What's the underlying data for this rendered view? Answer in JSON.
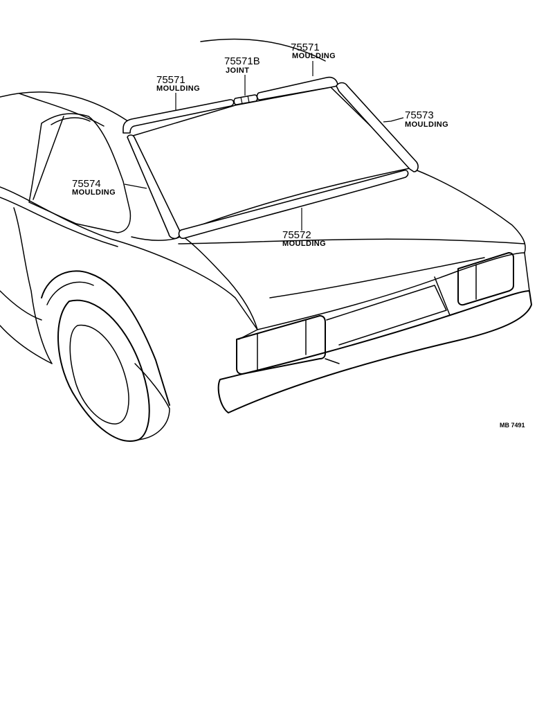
{
  "parts": [
    {
      "number": "75571",
      "name": "MOULDING"
    },
    {
      "number": "75571B",
      "name": "JOINT"
    },
    {
      "number": "75571",
      "name": "MOULDING"
    },
    {
      "number": "75573",
      "name": "MOULDING"
    },
    {
      "number": "75574",
      "name": "MOULDING"
    },
    {
      "number": "75572",
      "name": "MOULDING"
    }
  ],
  "drawing_code": "MB 7491"
}
